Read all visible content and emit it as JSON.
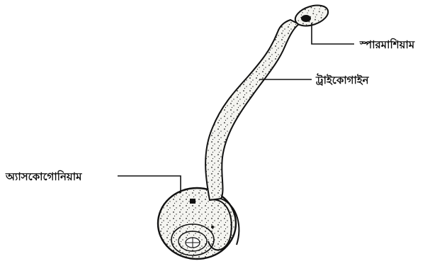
{
  "labels": {
    "spermatium": "স্পারমাশিয়াম",
    "trichogyne": "ট্রাইকোগাইন",
    "ascogonium": "অ্যাসকোগোনিয়াম"
  },
  "colors": {
    "ink": "#111111",
    "background": "#ffffff",
    "fill": "#f4f4f0"
  }
}
